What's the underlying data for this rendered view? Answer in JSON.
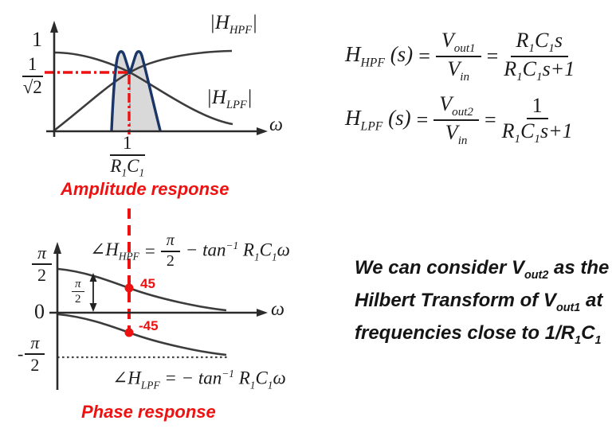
{
  "colors": {
    "accent_red": "#EE1111",
    "curve_blue": "#1A3567",
    "curve_gray": "#3C3C3C",
    "band_fill": "#D6D6D6",
    "text": "#1B1B1B"
  },
  "amplitude_plot": {
    "caption": "Amplitude response",
    "x_axis_label": "ω",
    "y_tick_unity": "1",
    "y_tick_cutoff": {
      "num": "1",
      "den": "√2"
    },
    "cutoff_freq": {
      "num": "1",
      "den": "R~1~C~1~"
    },
    "curve_label_hpf": "|H~HPF~|",
    "curve_label_lpf": "|H~LPF~|"
  },
  "phase_plot": {
    "caption": "Phase response",
    "x_axis_label": "ω",
    "y_tick_pos": {
      "num": "π",
      "den": "2"
    },
    "y_tick_zero": "0",
    "y_tick_neg": {
      "sign": "-",
      "num": "π",
      "den": "2"
    },
    "gap_label": {
      "num": "π",
      "den": "2"
    },
    "marker_hpf": "45",
    "marker_lpf": "-45",
    "eq_hpf": {
      "lhs": "∠H~HPF~",
      "equals": "=",
      "frac": {
        "num": "π",
        "den": "2"
      },
      "rhs": "− tan^−1^ R~1~C~1~ω"
    },
    "eq_lpf": "∠H~LPF~ = − tan^−1^ R~1~C~1~ω"
  },
  "transfer_functions": {
    "hpf": {
      "lhs": "H~HPF~ (s)",
      "eq1": "=",
      "frac1": {
        "num": "V~out1~",
        "den": "V~in~"
      },
      "eq2": "=",
      "frac2": {
        "num": "R~1~C~1~s",
        "den": "R~1~C~1~s+1"
      }
    },
    "lpf": {
      "lhs": "H~LPF~ (s)",
      "eq1": "=",
      "frac1": {
        "num": "V~out2~",
        "den": "V~in~"
      },
      "eq2": "=",
      "frac2": {
        "num": "1",
        "den": "R~1~C~1~s+1"
      }
    }
  },
  "note": {
    "line1": "We can consider V~out2~ as the",
    "line2": "Hilbert Transform of V~out1~ at",
    "line3": "frequencies close to 1/R~1~C~1~"
  }
}
